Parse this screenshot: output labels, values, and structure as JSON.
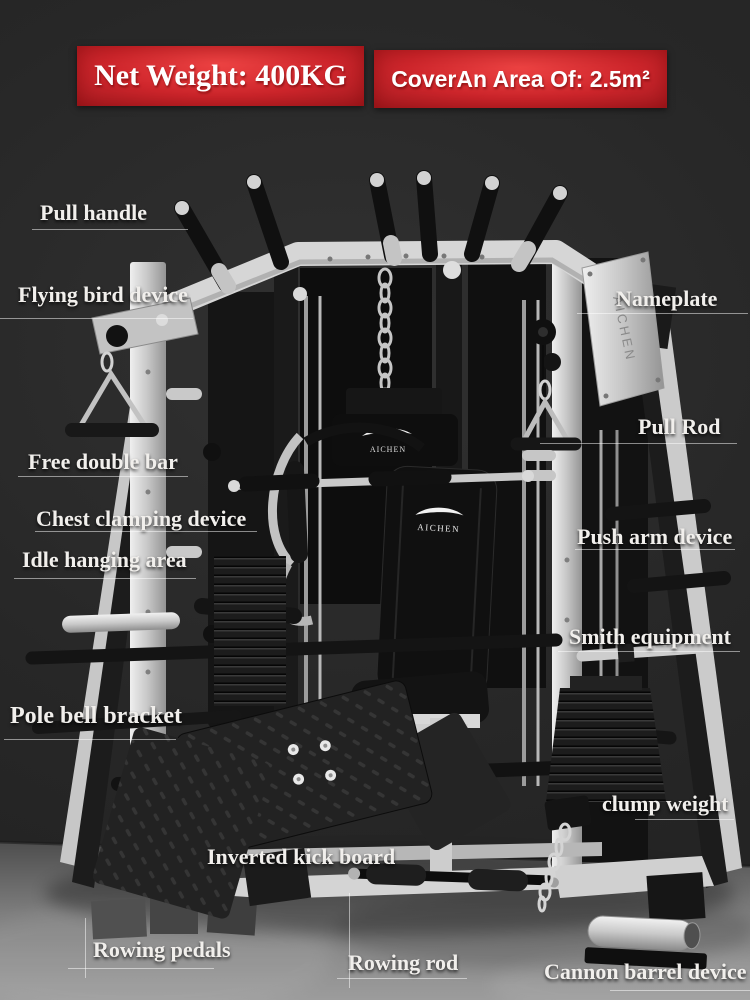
{
  "banners": [
    {
      "id": "net-weight",
      "text": "Net Weight: 400KG"
    },
    {
      "id": "coverage-area",
      "text": "CoverAn Area Of: 2.5m²"
    }
  ],
  "brand": {
    "name": "AICHEN"
  },
  "labels": [
    {
      "id": "pull-handle",
      "text": "Pull handle"
    },
    {
      "id": "flying-bird-device",
      "text": "Flying bird device"
    },
    {
      "id": "nameplate",
      "text": "Nameplate"
    },
    {
      "id": "pull-rod",
      "text": "Pull Rod"
    },
    {
      "id": "free-double-bar",
      "text": "Free double bar"
    },
    {
      "id": "chest-clamping-device",
      "text": "Chest clamping device"
    },
    {
      "id": "idle-hanging-area",
      "text": "Idle hanging area"
    },
    {
      "id": "push-arm-device",
      "text": "Push arm device"
    },
    {
      "id": "smith-equipment",
      "text": "Smith equipment"
    },
    {
      "id": "pole-bell-bracket",
      "text": "Pole bell bracket"
    },
    {
      "id": "clump-weight",
      "text": "clump weight"
    },
    {
      "id": "inverted-kick-board",
      "text": "Inverted kick board"
    },
    {
      "id": "rowing-pedals",
      "text": "Rowing pedals"
    },
    {
      "id": "rowing-rod",
      "text": "Rowing rod"
    },
    {
      "id": "cannon-barrel-device",
      "text": "Cannon barrel device"
    }
  ],
  "colors": {
    "background": "#272727",
    "banner_red": "#cf262c",
    "label_text": "#f1efec",
    "machine_light": "#d4d4d4",
    "machine_dark": "#161616",
    "floor_gray": "#8b8b8b"
  }
}
